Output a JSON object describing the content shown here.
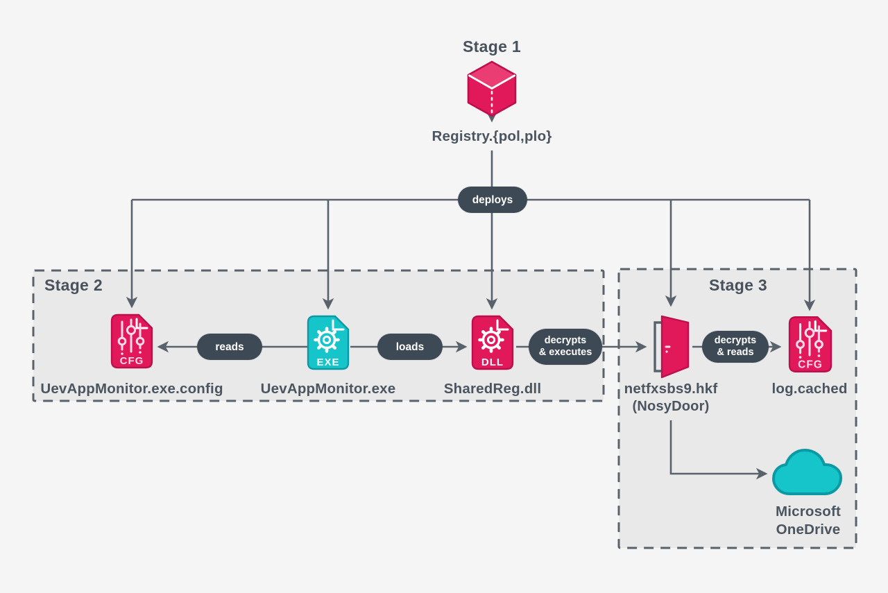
{
  "colors": {
    "bg": "#f5f5f6",
    "box_fill": "#e9e9ea",
    "line": "#59626b",
    "text": "#4b555f",
    "slate": "#3d4954",
    "crimson": "#e1195b",
    "crimson_dark": "#bd0f4d",
    "crimson_light": "#ea3d74",
    "pink_glyph": "#ffd9e7",
    "teal": "#16c5ca",
    "teal_dark": "#0b9aa4"
  },
  "stage1": {
    "title": "Stage 1",
    "node": {
      "label": "Registry.{pol,plo}",
      "icon": "cube-icon"
    }
  },
  "pills": {
    "deploys": "deploys",
    "reads": "reads",
    "loads": "loads",
    "decrypts_executes_line1": "decrypts",
    "decrypts_executes_line2": "& executes",
    "decrypts_reads_line1": "decrypts",
    "decrypts_reads_line2": "& reads"
  },
  "stage2": {
    "title": "Stage 2",
    "nodes": [
      {
        "label": "UevAppMonitor.exe.config",
        "badge": "CFG",
        "icon": "cfg-file-icon"
      },
      {
        "label": "UevAppMonitor.exe",
        "badge": "EXE",
        "icon": "exe-file-icon"
      },
      {
        "label": "SharedReg.dll",
        "badge": "DLL",
        "icon": "dll-file-icon"
      }
    ]
  },
  "stage3": {
    "title": "Stage 3",
    "nodes": [
      {
        "label": "netfxsbs9.hkf",
        "sublabel": "(NosyDoor)",
        "icon": "open-door-icon"
      },
      {
        "label": "log.cached",
        "badge": "CFG",
        "icon": "cfg-file-icon"
      },
      {
        "label_line1": "Microsoft",
        "label_line2": "OneDrive",
        "icon": "cloud-icon"
      }
    ]
  }
}
